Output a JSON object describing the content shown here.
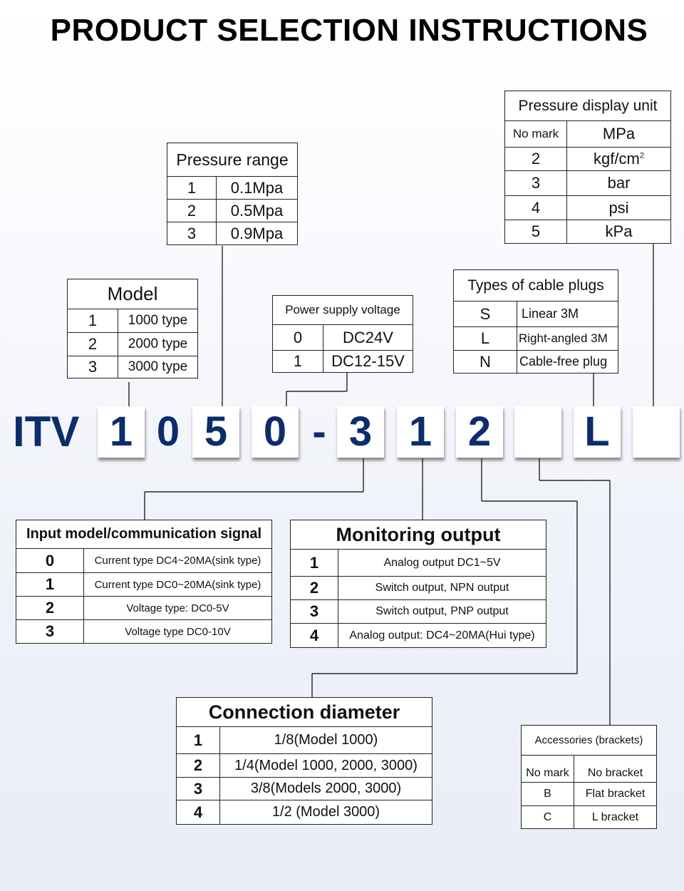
{
  "title": "PRODUCT SELECTION INSTRUCTIONS",
  "model_code": {
    "prefix": "ITV",
    "separator": "-",
    "digits": [
      "1",
      "0",
      "5",
      "0",
      "3",
      "1",
      "2",
      "",
      "L",
      ""
    ],
    "color": "#0c2d6b"
  },
  "tables": {
    "pressure_display_unit": {
      "title": "Pressure display unit",
      "rows": [
        {
          "key": "No mark",
          "value": "MPa"
        },
        {
          "key": "2",
          "value": "kgf/cm",
          "sup": "2"
        },
        {
          "key": "3",
          "value": "bar"
        },
        {
          "key": "4",
          "value": "psi"
        },
        {
          "key": "5",
          "value": "kPa"
        }
      ]
    },
    "pressure_range": {
      "title": "Pressure range",
      "rows": [
        {
          "key": "1",
          "value": "0.1Mpa"
        },
        {
          "key": "2",
          "value": "0.5Mpa"
        },
        {
          "key": "3",
          "value": "0.9Mpa"
        }
      ]
    },
    "model": {
      "title": "Model",
      "rows": [
        {
          "key": "1",
          "value": "1000 type"
        },
        {
          "key": "2",
          "value": "2000 type"
        },
        {
          "key": "3",
          "value": "3000 type"
        }
      ]
    },
    "power_supply_voltage": {
      "title": "Power supply voltage",
      "rows": [
        {
          "key": "0",
          "value": "DC24V"
        },
        {
          "key": "1",
          "value": "DC12-15V"
        }
      ]
    },
    "cable_plugs": {
      "title": "Types of cable plugs",
      "rows": [
        {
          "key": "S",
          "value": "Linear 3M"
        },
        {
          "key": "L",
          "value": "Right-angled 3M"
        },
        {
          "key": "N",
          "value": "Cable-free plug"
        }
      ]
    },
    "input_signal": {
      "title": "Input model/communication signal",
      "rows": [
        {
          "key": "0",
          "value": "Current type DC4~20MA(sink type)"
        },
        {
          "key": "1",
          "value": "Current type DC0~20MA(sink type)"
        },
        {
          "key": "2",
          "value": "Voltage type: DC0-5V"
        },
        {
          "key": "3",
          "value": "Voltage type DC0-10V"
        }
      ]
    },
    "monitoring_output": {
      "title": "Monitoring output",
      "rows": [
        {
          "key": "1",
          "value": "Analog output DC1~5V"
        },
        {
          "key": "2",
          "value": "Switch output, NPN output"
        },
        {
          "key": "3",
          "value": "Switch output, PNP output"
        },
        {
          "key": "4",
          "value": "Analog output: DC4~20MA(Hui type)"
        }
      ]
    },
    "connection_diameter": {
      "title": "Connection diameter",
      "rows": [
        {
          "key": "1",
          "value": "1/8(Model 1000)"
        },
        {
          "key": "2",
          "value": "1/4(Model 1000, 2000, 3000)"
        },
        {
          "key": "3",
          "value": "3/8(Models 2000, 3000)"
        },
        {
          "key": "4",
          "value": "1/2 (Model 3000)"
        }
      ]
    },
    "accessories": {
      "title": "Accessories (brackets)",
      "rows": [
        {
          "key": "No mark",
          "value": "No bracket"
        },
        {
          "key": "B",
          "value": "Flat bracket"
        },
        {
          "key": "C",
          "value": "L bracket"
        }
      ]
    }
  }
}
